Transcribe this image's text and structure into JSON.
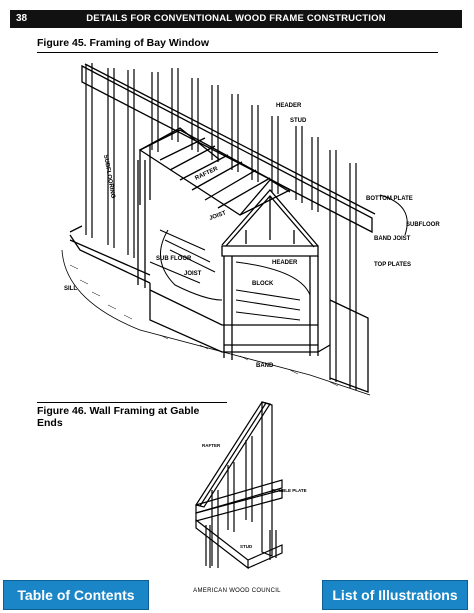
{
  "header": {
    "page_number": "38",
    "title": "DETAILS FOR CONVENTIONAL WOOD FRAME CONSTRUCTION"
  },
  "figure45": {
    "title": "Figure 45.  Framing of Bay Window",
    "labels": {
      "header_top": "HEADER",
      "stud": "STUD",
      "subflooring": "SUBFLOORING",
      "rafter": "RAFTER",
      "joist_upper": "JOIST",
      "bottom_plate": "BOTTOM PLATE",
      "subfloor": "SUBFLOOR",
      "band_joist": "BAND JOIST",
      "top_plates": "TOP PLATES",
      "header_mid": "HEADER",
      "sub_floor": "SUB FLOOR",
      "joist_lower": "JOIST",
      "block": "BLOCK",
      "sill": "SILL",
      "band": "BAND"
    }
  },
  "figure46": {
    "title": "Figure 46.  Wall Framing at Gable Ends",
    "labels": {
      "rafter": "RAFTER",
      "double_plate": "DOUBLE PLATE",
      "stud": "STUD"
    }
  },
  "footer": {
    "toc_label": "Table of Contents",
    "center_text": "AMERICAN WOOD COUNCIL",
    "loi_label": "List of Illustrations"
  },
  "colors": {
    "nav_button": "#1a86c8",
    "header_bar": "#111111"
  }
}
